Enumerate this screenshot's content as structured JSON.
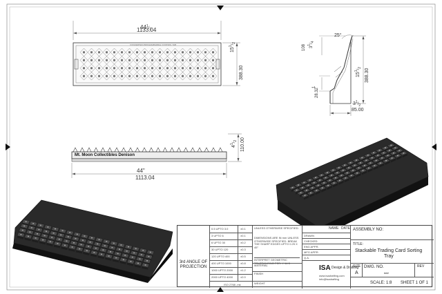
{
  "top_view": {
    "length_in_whole": "44",
    "length_in_frac_num": "1",
    "length_in_frac_den": "2",
    "length_mm": "1133.04",
    "width_in_whole": "15",
    "width_in_frac_num": "1",
    "width_in_frac_den": "2",
    "width_mm": "388.30",
    "header_text": "CONVERTED PROGRAMMABLE CONTROL TAB"
  },
  "side_view": {
    "angle": "25°",
    "top_in_whole": "3",
    "top_in_frac_num": "1",
    "top_in_frac_den": "4",
    "top_mm": "108",
    "mid_in": "1",
    "mid_mm": "28.32",
    "width_in_whole": "15",
    "width_in_frac_num": "1",
    "width_in_frac_den": "2",
    "width_mm": "388.30",
    "depth_in_whole": "3",
    "depth_in_frac_num": "1",
    "depth_in_frac_den": "2",
    "depth_mm": "85.00"
  },
  "front_view": {
    "label": "Mt. Moon Collectibles Denison",
    "height_in_whole": "4",
    "height_in_frac_num": "1",
    "height_in_frac_den": "2",
    "height_mm": "110.00",
    "length_in": "44\"",
    "length_mm": "1113.04"
  },
  "title_block": {
    "tolerance_rows": [
      {
        "range": "0.5 UPTO 3.0",
        "tol": "±0.1"
      },
      {
        "range": "3 UPTO 6",
        "tol": "±0.1"
      },
      {
        "range": "6 UPTO 30",
        "tol": "±0.2"
      },
      {
        "range": "30 UPTO 120",
        "tol": "±0.3"
      },
      {
        "range": "120 UPTO 400",
        "tol": "±0.5"
      },
      {
        "range": "400 UPTO 1000",
        "tol": "±0.8"
      },
      {
        "range": "1000 UPTO 2000",
        "tol": "±1.2"
      },
      {
        "range": "2000 UPTO 4000",
        "tol": "±2.0"
      }
    ],
    "iso_note": "ISO 2768 -mk",
    "unless_specified": "UNLESS OTHERWISE SPECIFIED:",
    "dims_note": "DIMENSIONS ARE IN mm UNLESS OTHERWISE SPECIFIED. BREAK THE SHARP EDGES UPTO 0.25 X 45°",
    "geo_note": "INTERPRET GEOMETRIC TOLERANCING PER: Y 14.5",
    "material_label": "MATERIAL",
    "finish_label": "FINISH",
    "weight_label": "WEIGHT",
    "name_header": "NAME",
    "date_header": "DATE",
    "sign_rows": [
      "DRAWN",
      "CHECKED",
      "ENG APPR.",
      "MFG APPR.",
      "Q.A."
    ],
    "projection_line1": "3rd ANGLE OF",
    "projection_line2": "PROJECTION",
    "company_name": "ISA",
    "company_tagline": "Design & Drafting",
    "company_web": "www.isadrafting.com",
    "company_email": "info@isadrafting",
    "assembly_label": "ASSEMBLY NO:",
    "title_label": "TITLE:",
    "title_line1": "Stackable Trading Card Sorting",
    "title_line2": "Tray",
    "size_label": "SIZE",
    "size_value": "A",
    "dwg_label": "DWG. NO.",
    "dwg_value": "###",
    "rev_label": "REV",
    "scale": "SCALE: 1:8",
    "sheet": "SHEET 1 OF 1"
  }
}
